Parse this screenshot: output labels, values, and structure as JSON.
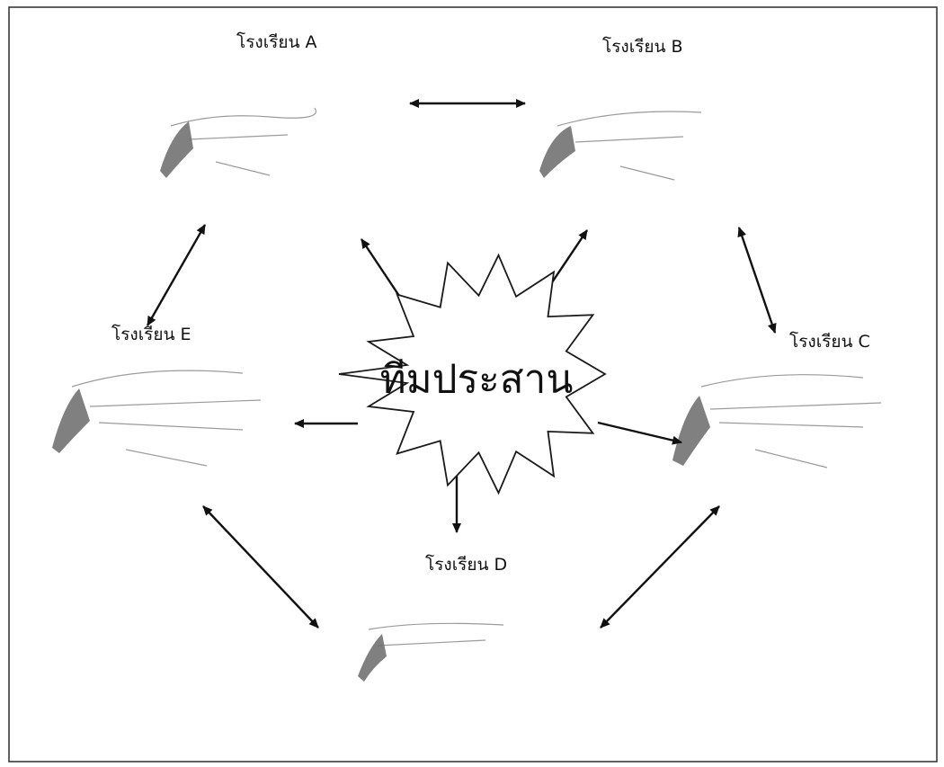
{
  "center": {
    "label": "ทีมประสาน"
  },
  "schools": [
    {
      "id": "A",
      "label": "โรงเรียน A"
    },
    {
      "id": "B",
      "label": "โรงเรียน B"
    },
    {
      "id": "C",
      "label": "โรงเรียน C"
    },
    {
      "id": "D",
      "label": "โรงเรียน D"
    },
    {
      "id": "E",
      "label": "โรงเรียน E"
    }
  ],
  "connections": {
    "between_schools": [
      [
        "A",
        "B"
      ],
      [
        "B",
        "C"
      ],
      [
        "C",
        "D"
      ],
      [
        "D",
        "E"
      ],
      [
        "E",
        "A"
      ]
    ],
    "from_center": [
      "A",
      "B",
      "C",
      "D",
      "E"
    ]
  },
  "colors": {
    "line": "#111111",
    "frame": "#3a3a3a",
    "sketch": "#7a7a7a"
  }
}
